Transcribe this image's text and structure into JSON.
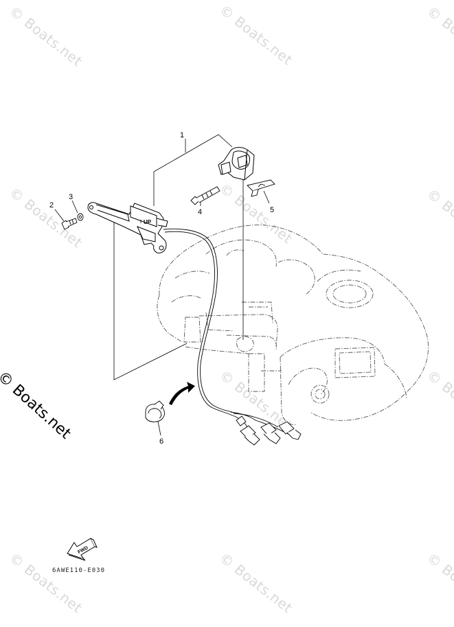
{
  "watermark": {
    "text": "© Boats.net"
  },
  "side_watermark": {
    "text": "© Boats.net"
  },
  "callouts": {
    "c1": "1",
    "c2": "2",
    "c3": "3",
    "c4": "4",
    "c5": "5",
    "c6": "6"
  },
  "switch_label": "UP",
  "fwd_label": "FWD",
  "diagram_code": "6AWE110-E030"
}
